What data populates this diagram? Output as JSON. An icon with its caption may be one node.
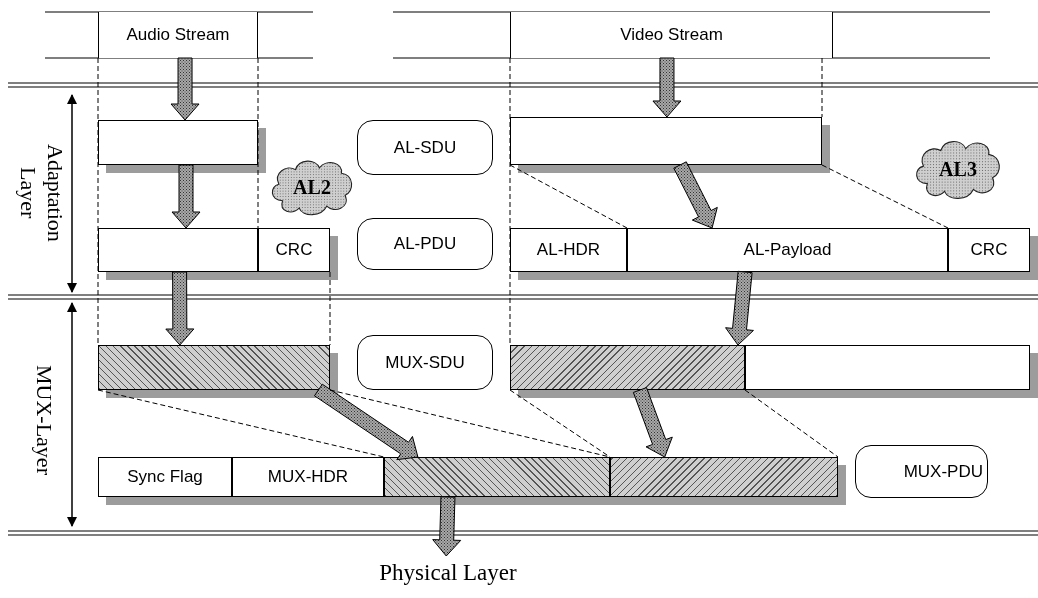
{
  "diagram": {
    "nodes": [
      {
        "text": [
          "Audio Stream"
        ]
      },
      {
        "text": [
          "Video Stream"
        ]
      },
      {
        "text": [],
        "shape": "box"
      },
      {
        "text": [
          "AL-SDU"
        ]
      },
      {
        "text": [],
        "shape": "box"
      },
      {
        "text": [
          "AL2"
        ]
      },
      {
        "text": [
          "AL3"
        ]
      },
      {
        "text": [],
        "shape": "box"
      },
      {
        "text": [
          "CRC"
        ]
      },
      {
        "text": [
          "AL-PDU"
        ]
      },
      {
        "text": [
          "AL-HDR"
        ]
      },
      {
        "text": [
          "AL-Payload"
        ]
      },
      {
        "text": [
          "CRC"
        ]
      },
      {
        "text": [],
        "shape": "bar"
      },
      {
        "text": [
          "MUX-SDU"
        ]
      },
      {
        "text": [],
        "shape": "bar"
      },
      {
        "text": [],
        "shape": "box"
      },
      {
        "text": [
          "Sync Flag"
        ]
      },
      {
        "text": [
          "MUX-HDR"
        ]
      },
      {
        "text": [],
        "shape": "bar"
      },
      {
        "text": [],
        "shape": "bar"
      },
      {
        "text": [
          "MUX-PDU"
        ]
      },
      {
        "text": [
          "Physical Layer"
        ]
      }
    ],
    "edges": [
      {
        "from": 0,
        "to": 2,
        "arrow": "to",
        "style": "thick"
      },
      {
        "from": 1,
        "to": 4,
        "arrow": "to",
        "style": "thick"
      },
      {
        "from": 2,
        "to": 7,
        "arrow": "to",
        "style": "thick"
      },
      {
        "from": 4,
        "to": 11,
        "arrow": "to",
        "style": "thick"
      },
      {
        "from": 4,
        "to": 11,
        "arrow": "none",
        "style": "dashed"
      },
      {
        "from": 4,
        "to": 11,
        "arrow": "none",
        "style": "dashed"
      },
      {
        "from": 7,
        "to": 13,
        "arrow": "to",
        "style": "thick"
      },
      {
        "from": 11,
        "to": 15,
        "arrow": "to",
        "style": "thick"
      },
      {
        "from": 13,
        "to": 19,
        "arrow": "to",
        "style": "thick"
      },
      {
        "from": 13,
        "to": 19,
        "arrow": "none",
        "style": "dashed"
      },
      {
        "from": 13,
        "to": 19,
        "arrow": "none",
        "style": "dashed"
      },
      {
        "from": 15,
        "to": 20,
        "arrow": "to",
        "style": "thick"
      },
      {
        "from": 15,
        "to": 20,
        "arrow": "none",
        "style": "dashed"
      },
      {
        "from": 15,
        "to": 20,
        "arrow": "none",
        "style": "dashed"
      },
      {
        "from": 19,
        "to": 22,
        "arrow": "to",
        "style": "thick"
      },
      {
        "from": 0,
        "to": 13,
        "arrow": "none",
        "style": "dashed"
      },
      {
        "from": 0,
        "to": 8,
        "arrow": "none",
        "style": "dashed"
      },
      {
        "from": 8,
        "to": 13,
        "arrow": "none",
        "style": "dashed"
      },
      {
        "from": 1,
        "to": 15,
        "arrow": "none",
        "style": "dashed"
      },
      {
        "from": 1,
        "to": 4,
        "arrow": "none",
        "style": "dashed"
      }
    ],
    "labels": [
      "Adaptation Layer",
      "MUX-Layer"
    ]
  }
}
